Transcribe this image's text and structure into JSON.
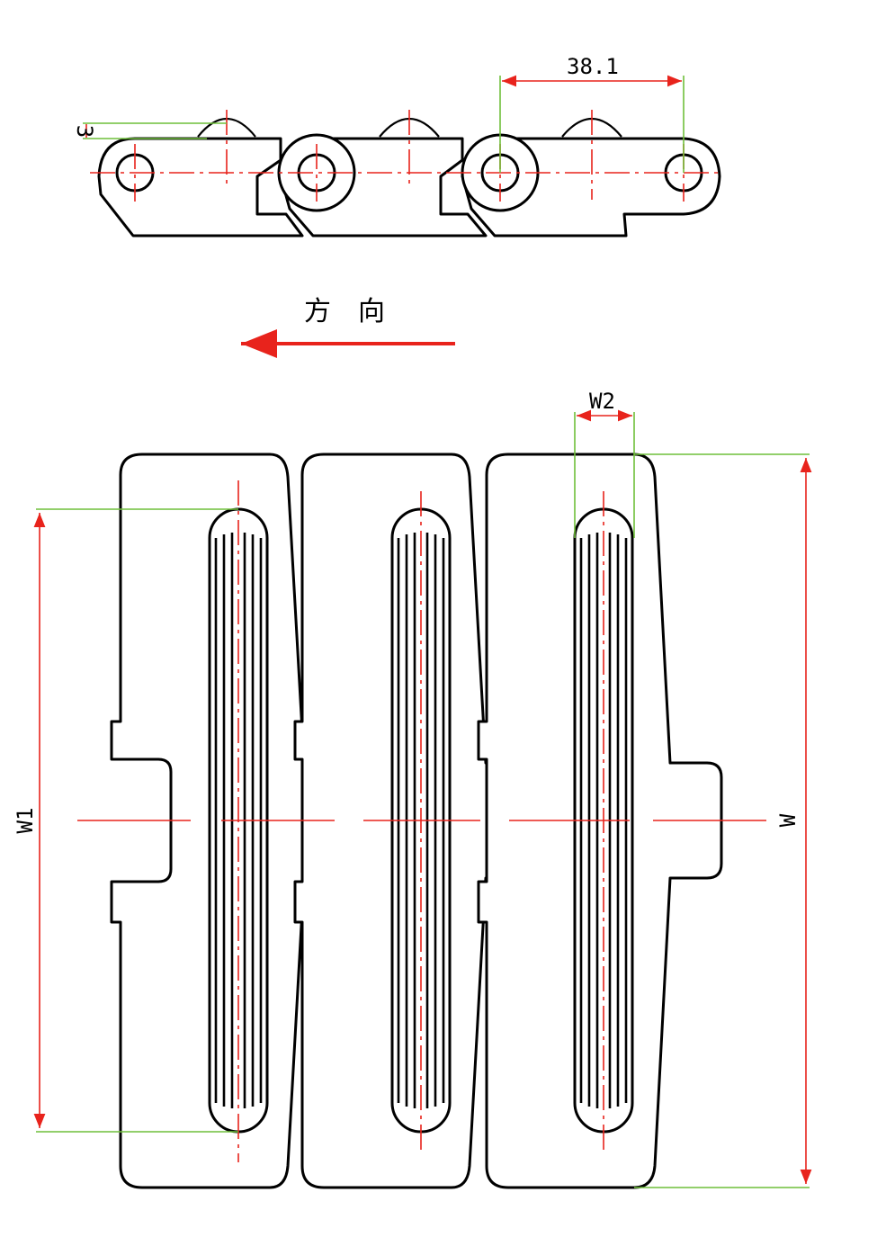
{
  "labels": {
    "pitch": "38.1",
    "height": "3",
    "direction": "方　向",
    "w1": "W1",
    "w2": "W2",
    "w": "W"
  },
  "colors": {
    "outline": "#000000",
    "centerline": "#e8231c",
    "dimension": "#6fbf3a",
    "arrow": "#e8231c"
  }
}
